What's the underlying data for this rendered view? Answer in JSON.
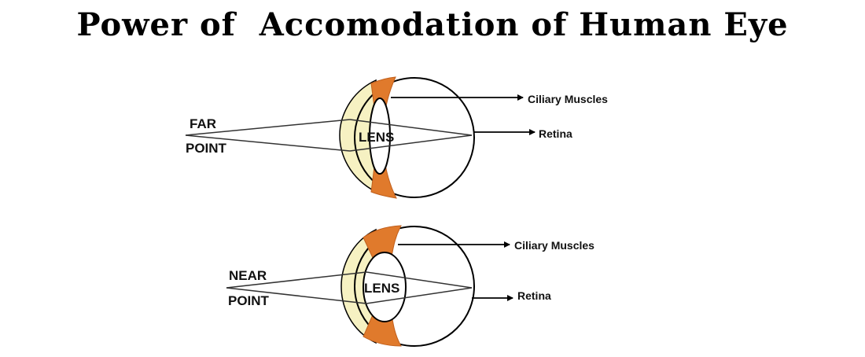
{
  "title": "Power of  Accomodation of Human Eye",
  "colors": {
    "cornea": "#f6f1c2",
    "ciliary": "#e07a2c",
    "outline": "#000000",
    "background": "#ffffff"
  },
  "top_diagram": {
    "point_label_line1": "FAR",
    "point_label_line2": "POINT",
    "lens_label": "LENS",
    "ciliary_label": "Ciliary Muscles",
    "retina_label": "Retina"
  },
  "bottom_diagram": {
    "point_label_line1": "NEAR",
    "point_label_line2": "POINT",
    "lens_label": "LENS",
    "ciliary_label": "Ciliary Muscles",
    "retina_label": "Retina"
  }
}
